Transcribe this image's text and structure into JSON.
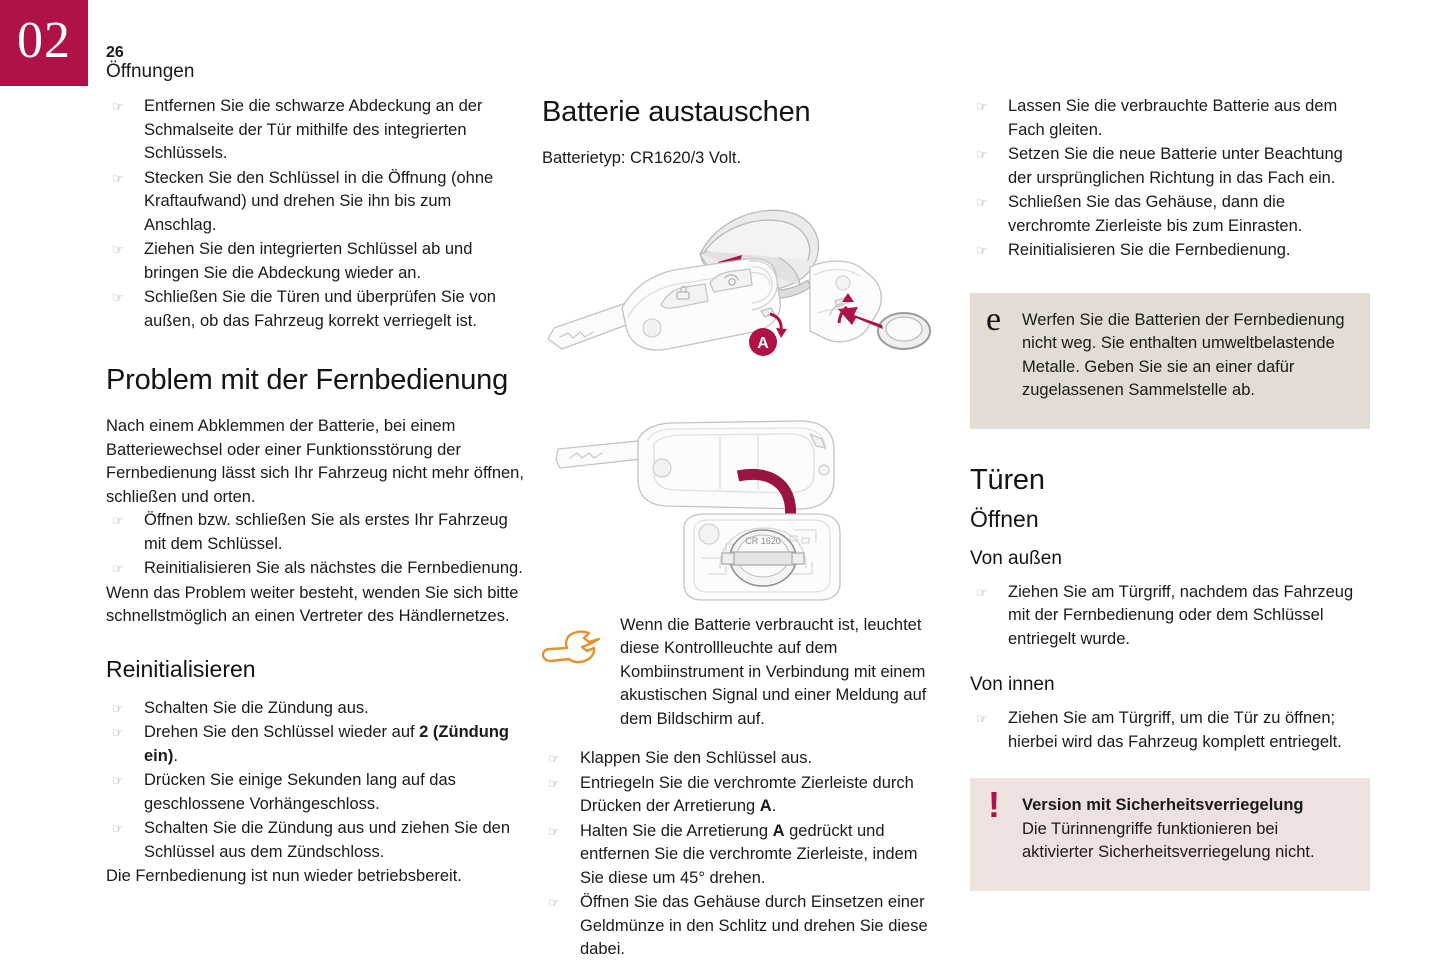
{
  "chapter": {
    "number": "02"
  },
  "header": {
    "page_number": "26",
    "section": "Öffnungen"
  },
  "colors": {
    "brand_crimson": "#b01149",
    "env_box_bg": "#e3dcd4",
    "warn_box_bg": "#eee2e0",
    "wrench_orange": "#e5912f"
  },
  "left_column": {
    "top_list": [
      "Entfernen Sie die schwarze Abdeckung an der Schmalseite der Tür mithilfe des integrierten Schlüssels.",
      "Stecken Sie den Schlüssel in die Öffnung (ohne Kraftaufwand) und drehen Sie ihn bis zum Anschlag.",
      "Ziehen Sie den integrierten Schlüssel ab und bringen Sie die Abdeckung wieder an.",
      "Schließen Sie die Türen und überprüfen Sie von außen, ob das Fahrzeug korrekt verriegelt ist."
    ],
    "heading_problem": "Problem mit der Fernbedienung",
    "problem_intro": "Nach einem Abklemmen der Batterie, bei einem Batteriewechsel oder einer Funktionsstörung der Fernbedienung lässt sich Ihr Fahrzeug nicht mehr öffnen, schließen und orten.",
    "problem_list": [
      "Öffnen bzw. schließen Sie als erstes Ihr Fahrzeug mit dem Schlüssel.",
      "Reinitialisieren Sie als nächstes die Fernbedienung."
    ],
    "problem_outro": "Wenn das Problem weiter besteht, wenden Sie sich bitte schnellstmöglich an einen Vertreter des Händlernetzes.",
    "heading_reinit": "Reinitialisieren",
    "reinit_list_1": "Schalten Sie die Zündung aus.",
    "reinit_list_2_a": "Drehen Sie den Schlüssel wieder auf ",
    "reinit_list_2_b": "2 (Zündung ein)",
    "reinit_list_2_c": ".",
    "reinit_list_3": "Drücken Sie einige Sekunden lang auf das geschlossene Vorhängeschloss.",
    "reinit_list_4": "Schalten Sie die Zündung aus und ziehen Sie den Schlüssel aus dem Zündschloss.",
    "reinit_outro": "Die Fernbedienung ist nun wieder betriebsbereit."
  },
  "middle_column": {
    "heading_battery": "Batterie austauschen",
    "battery_type": "Batterietyp: CR1620/3 Volt.",
    "figure1_label_a": "A",
    "figure2_battery_label": "CR 1620",
    "wrench_note": "Wenn die Batterie verbraucht ist, leuchtet diese Kontrollleuchte auf dem Kombiinstrument in Verbindung mit einem akustischen Signal und einer Meldung auf dem Bildschirm auf.",
    "steps": [
      {
        "pre": "Klappen Sie den Schlüssel aus.",
        "bold": "",
        "post": ""
      },
      {
        "pre": "Entriegeln Sie die verchromte Zierleiste durch Drücken der Arretierung ",
        "bold": "A",
        "post": "."
      },
      {
        "pre": "Halten Sie die Arretierung ",
        "bold": "A",
        "post": " gedrückt und entfernen Sie die verchromte Zierleiste, indem Sie diese um 45° drehen."
      },
      {
        "pre": "Öffnen Sie das Gehäuse durch Einsetzen einer Geldmünze in den Schlitz und drehen Sie diese dabei.",
        "bold": "",
        "post": ""
      }
    ]
  },
  "right_column": {
    "top_list": [
      "Lassen Sie die verbrauchte Batterie aus dem Fach gleiten.",
      "Setzen Sie die neue Batterie unter Beachtung der ursprünglichen Richtung in das Fach ein.",
      "Schließen Sie das Gehäuse, dann die verchromte Zierleiste bis zum Einrasten.",
      "Reinitialisieren Sie die Fernbedienung."
    ],
    "env_box": {
      "glyph": "e",
      "text": "Werfen Sie die Batterien der Fernbedienung nicht weg. Sie enthalten umweltbelastende Metalle. Geben Sie sie an einer dafür zugelassenen Sammelstelle ab."
    },
    "heading_doors": "Türen",
    "heading_open": "Öffnen",
    "heading_outside": "Von außen",
    "outside_list": [
      "Ziehen Sie am Türgriff, nachdem das Fahrzeug mit der Fernbedienung oder dem Schlüssel entriegelt wurde."
    ],
    "heading_inside": "Von innen",
    "inside_list": [
      "Ziehen Sie am Türgriff, um die Tür zu öffnen; hierbei wird das Fahrzeug komplett entriegelt."
    ],
    "warn_box": {
      "glyph": "!",
      "title": "Version mit Sicherheitsverriegelung",
      "text": "Die Türinnengriffe funktionieren bei aktivierter Sicherheitsverriegelung nicht."
    }
  }
}
